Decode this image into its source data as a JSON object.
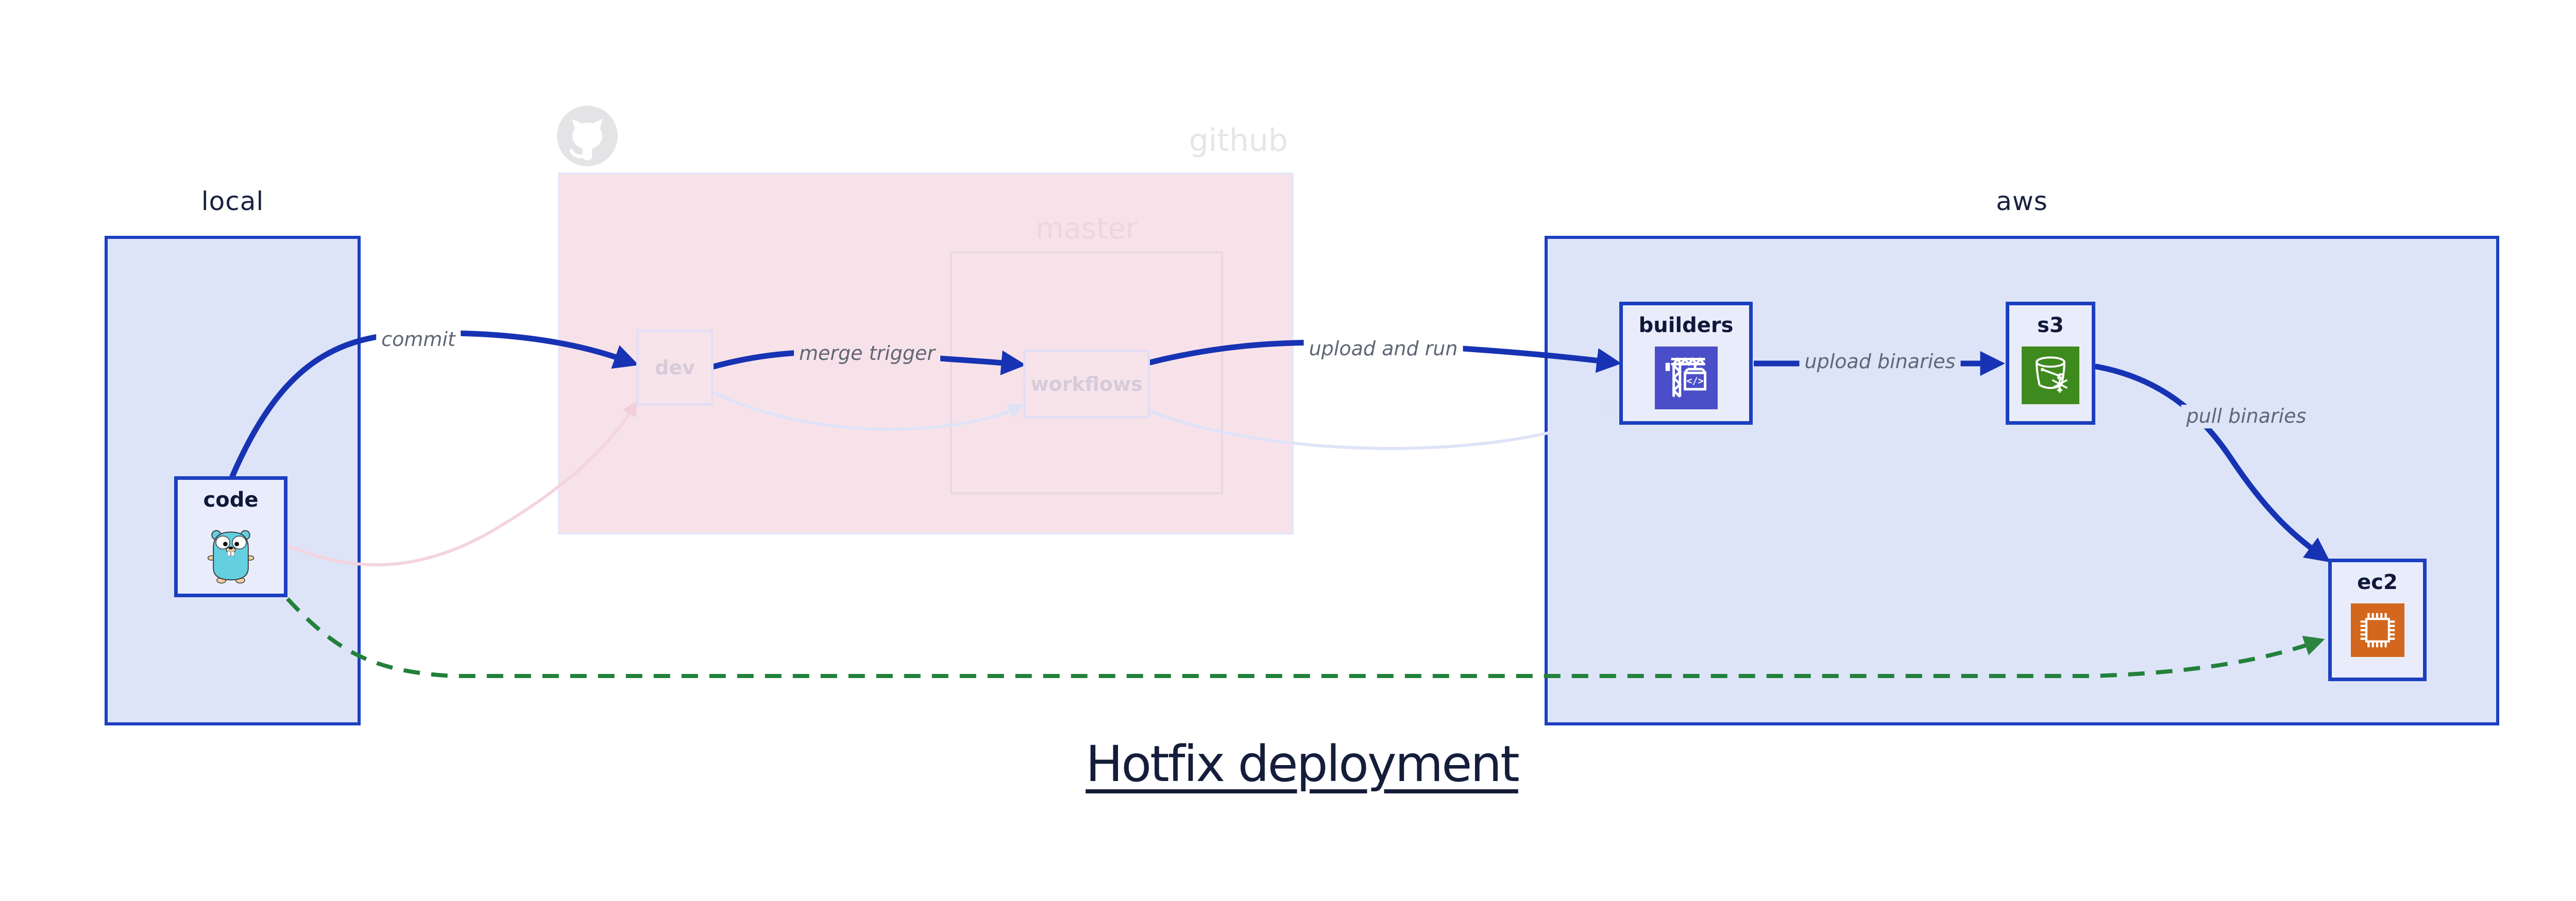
{
  "title": "Hotfix deployment",
  "diagram": {
    "groups": {
      "local": {
        "label": "local"
      },
      "github": {
        "label": "github",
        "master": {
          "label": "master"
        }
      },
      "aws": {
        "label": "aws"
      }
    },
    "nodes": {
      "code": {
        "label": "code",
        "icon": "go-gopher-icon"
      },
      "dev": {
        "label": "dev"
      },
      "workflows": {
        "label": "workflows"
      },
      "builders": {
        "label": "builders",
        "icon": "codebuild-crane-icon",
        "icon_glyph": "</>"
      },
      "s3": {
        "label": "s3",
        "icon": "s3-glacier-bucket-icon"
      },
      "ec2": {
        "label": "ec2",
        "icon": "ec2-chip-icon"
      }
    },
    "edges": [
      {
        "label": "commit",
        "from": "code",
        "to": "dev",
        "style": "solid-blue"
      },
      {
        "label": "merge trigger",
        "from": "dev",
        "to": "workflows",
        "style": "solid-blue"
      },
      {
        "label": "upload and run",
        "from": "workflows",
        "to": "builders",
        "style": "solid-blue"
      },
      {
        "label": "upload binaries",
        "from": "builders",
        "to": "s3",
        "style": "solid-blue"
      },
      {
        "label": "pull binaries",
        "from": "s3",
        "to": "ec2",
        "style": "solid-blue"
      },
      {
        "label": "",
        "from": "code",
        "to": "ec2",
        "style": "dashed-green"
      },
      {
        "label": "",
        "from": "code",
        "to": "dev",
        "style": "faded-pink"
      },
      {
        "label": "",
        "from": "dev",
        "to": "workflows",
        "style": "faded-lavender"
      },
      {
        "label": "",
        "from": "workflows",
        "to": "builders",
        "style": "faded-lavender"
      }
    ],
    "colors": {
      "arrow_blue": "#1733b4",
      "box_border_blue": "#1b3fc0",
      "group_fill_blue": "#dde4f8",
      "node_fill": "#e9edfb",
      "github_fill_pink": "#f8e2e9",
      "faded_border": "#e5def4",
      "faded_text": "#d7cbda",
      "dashed_green": "#22813a",
      "faded_pink_edge": "#f4d4de",
      "faded_lavender_edge": "#dfe3f7",
      "edge_label_gray": "#5f6673",
      "title_navy": "#141d3a",
      "codebuild_purple": "#4a4fc9",
      "s3_green": "#3f8a1f",
      "ec2_orange": "#d2671d",
      "gopher_teal": "#63cfdf",
      "octocat_gray": "#e4e4e7"
    }
  }
}
